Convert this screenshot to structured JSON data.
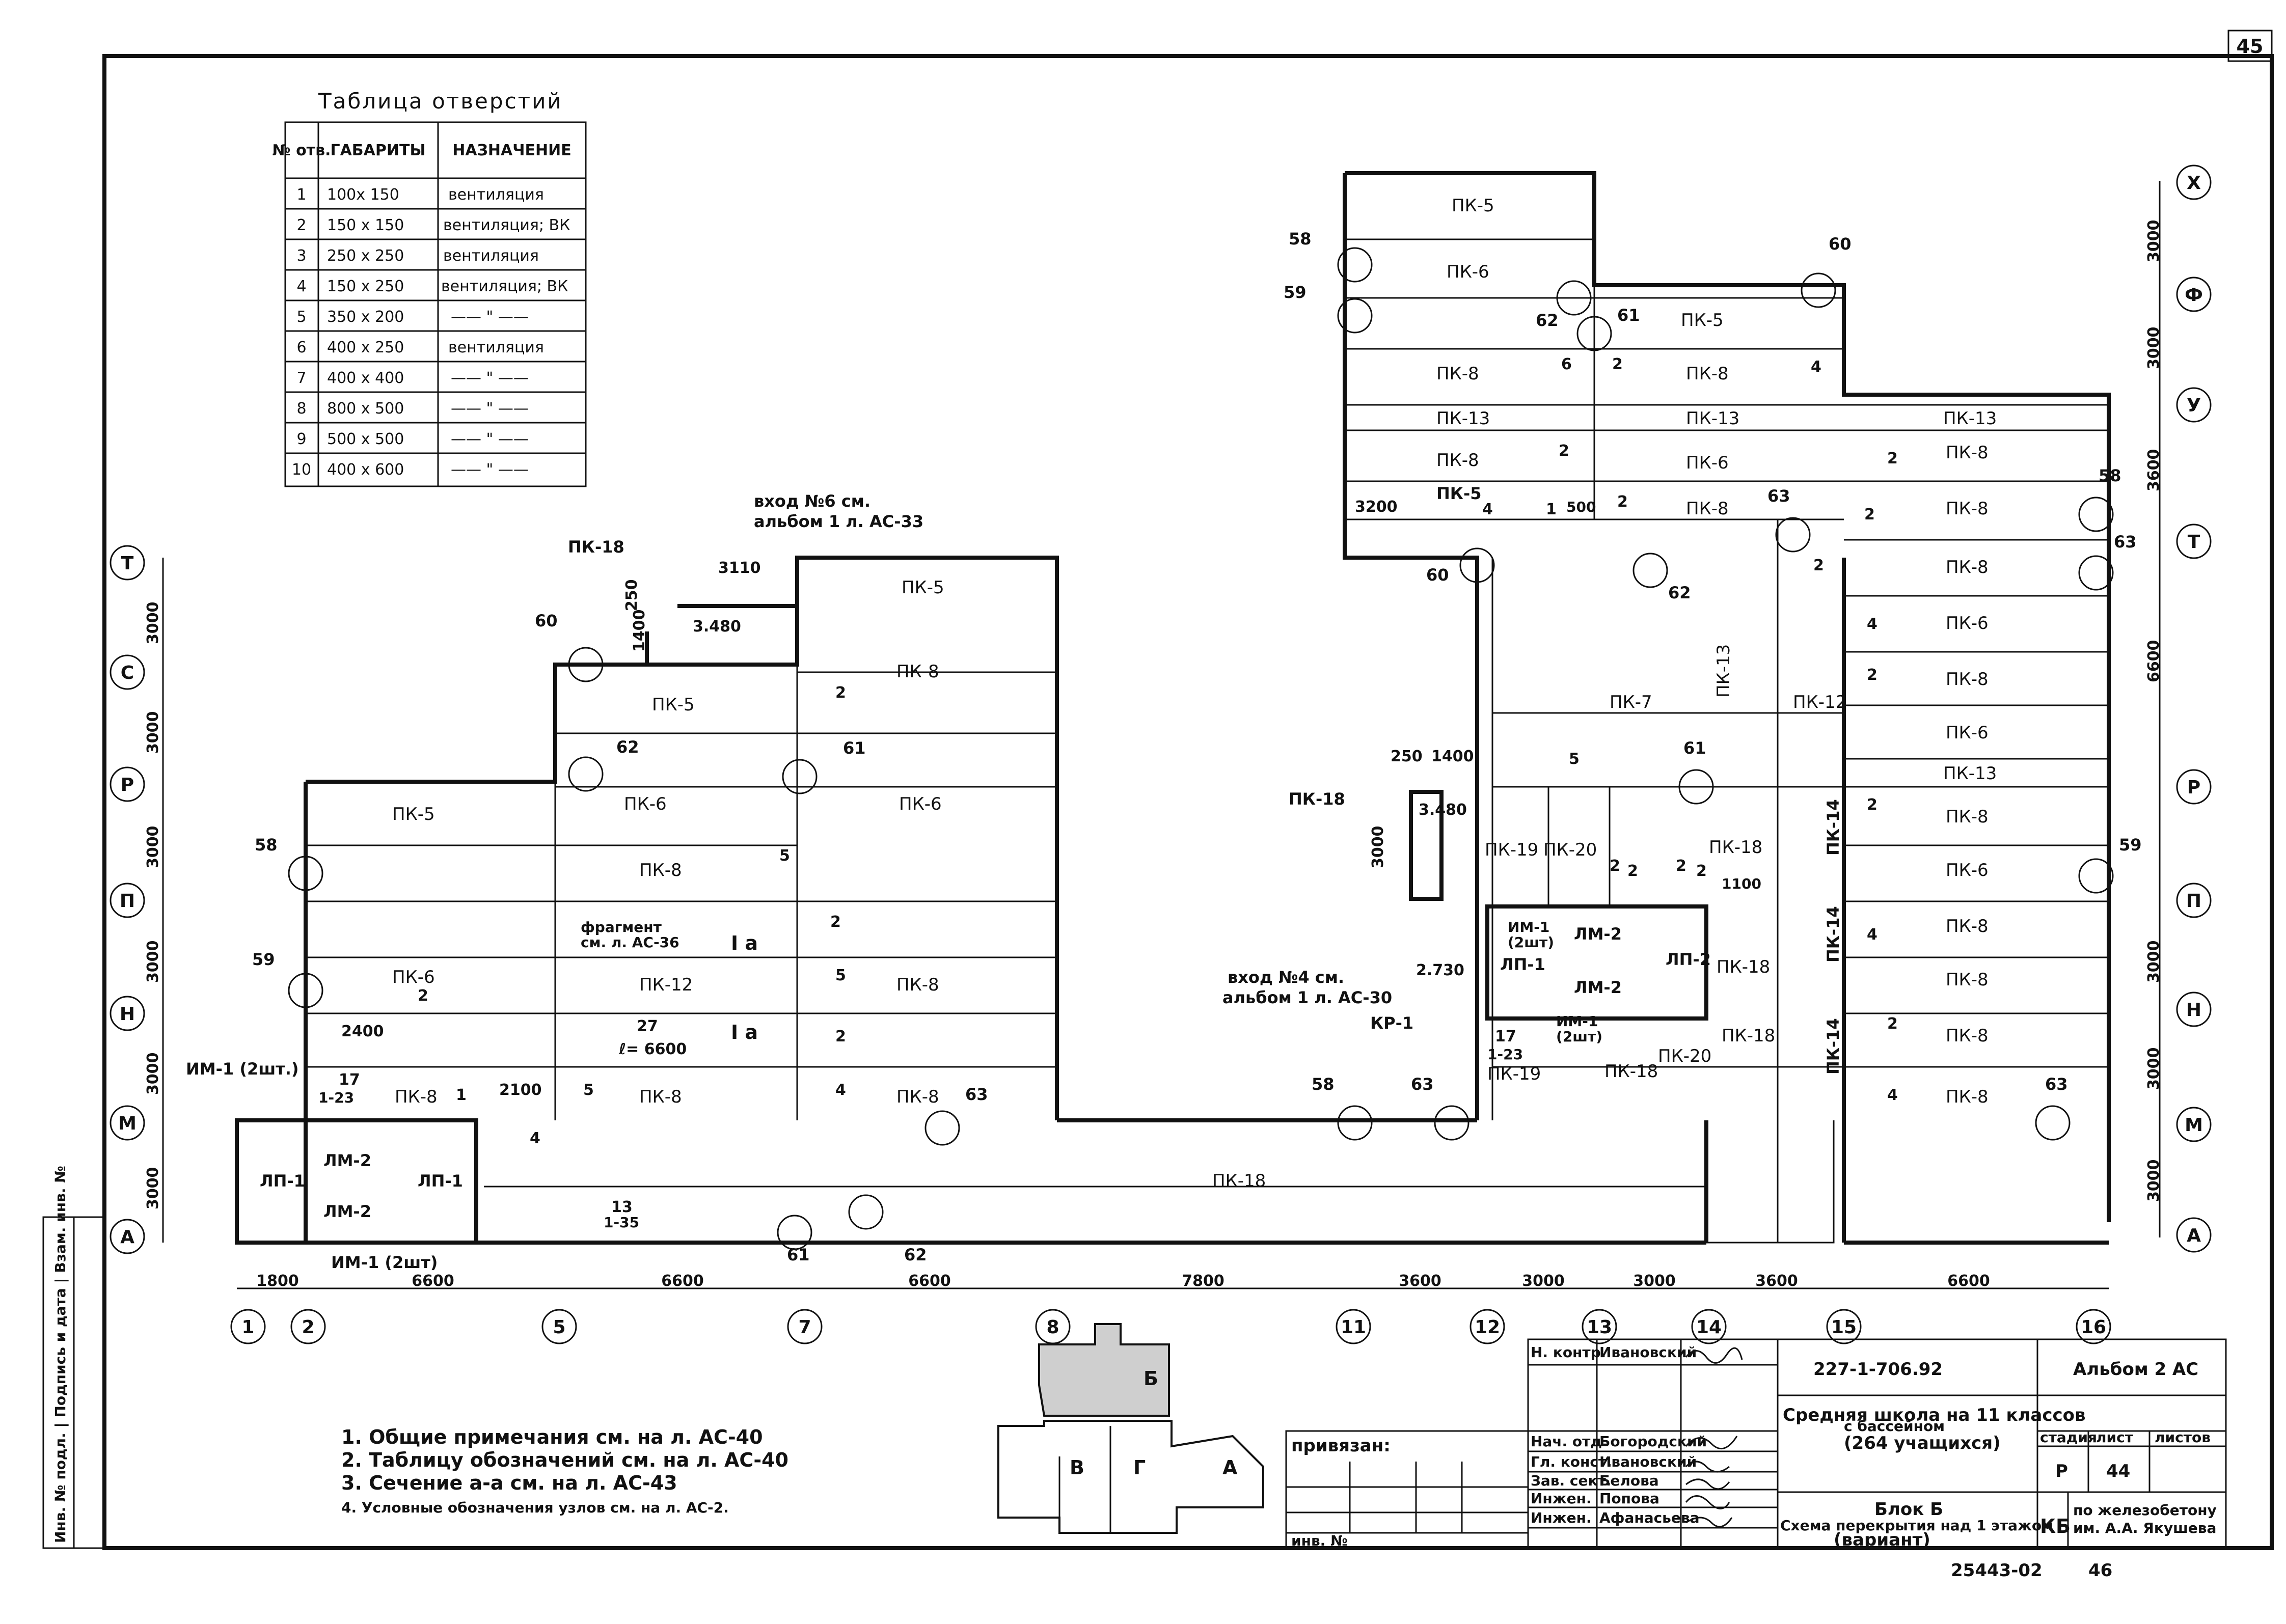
{
  "sheet_number": "45",
  "openings_table": {
    "title": "Таблица отверстий",
    "headers": [
      "№ отв.",
      "ГАБАРИТЫ",
      "НАЗНАЧЕНИЕ"
    ],
    "rows": [
      [
        "1",
        "100х 150",
        "вентиляция"
      ],
      [
        "2",
        "150 х 150",
        "вентиляция; ВК"
      ],
      [
        "3",
        "250 х 250",
        "вентиляция"
      ],
      [
        "4",
        "150 х 250",
        "вентиляция; ВК"
      ],
      [
        "5",
        "350 х 200",
        "—— \" ——"
      ],
      [
        "6",
        "400 х 250",
        "вентиляция"
      ],
      [
        "7",
        "400 х 400",
        "—— \" ——"
      ],
      [
        "8",
        "800 х 500",
        "—— \" ——"
      ],
      [
        "9",
        "500 х 500",
        "—— \" ——"
      ],
      [
        "10",
        "400 х 600",
        "—— \" ——"
      ]
    ]
  },
  "axes": {
    "bottom": [
      "1",
      "2",
      "5",
      "7",
      "8",
      "11",
      "12",
      "13",
      "14",
      "15",
      "16"
    ],
    "left": [
      "Т",
      "С",
      "Р",
      "П",
      "Н",
      "М",
      "А"
    ],
    "right": [
      "Х",
      "Ф",
      "У",
      "Т",
      "Р",
      "П",
      "Н",
      "М",
      "А"
    ]
  },
  "dimensions": {
    "bottom": [
      "1800",
      "6600",
      "6600",
      "6600",
      "7800",
      "3600",
      "3000",
      "3000",
      "3600",
      "6600"
    ],
    "left": [
      "3000",
      "3000",
      "3000",
      "3000",
      "3000",
      "3000"
    ],
    "right": [
      "3000",
      "3000",
      "3600",
      "6600",
      "3000",
      "3000",
      "3000"
    ]
  },
  "plan_labels": {
    "entry6": "вход №6 см.",
    "entry6_ref": "альбом 1 л. АС-33",
    "entry4": "вход №4 см.",
    "entry4_ref": "альбом 1 л. АС-30",
    "fragment": "фрагмент",
    "fragment_ref": "см. л. АС-36",
    "d3110": "3110",
    "d250": "250",
    "d1400": "1400",
    "elev_3480": "3.480",
    "elev_3480b": "3.480",
    "elev_2730": "2.730",
    "d2400": "2400",
    "d2100": "2100",
    "d3200": "3200",
    "d250b": "250",
    "d1400b": "1400",
    "d3000": "3000",
    "d500": "500",
    "d1100": "1100",
    "c27": "27",
    "l6600": "ℓ= 6600",
    "im1_2a": "ИМ-1 (2шт.)",
    "im1_2b": "ИМ-1 (2шт)",
    "im1_r1": "ИМ-1",
    "im1_r1b": "(2шт)",
    "im1_r2": "ИМ-1",
    "im1_r2b": "(2шт)",
    "lp1a": "ЛП-1",
    "lp1b": "ЛП-1",
    "lp1c": "ЛП-1",
    "lp2": "ЛП-2",
    "lm2a": "ЛМ-2",
    "lm2b": "ЛМ-2",
    "lm2c": "ЛМ-2",
    "lm2d": "ЛМ-2",
    "kr1": "КР-1",
    "sec_a": "I а",
    "sec_b": "I а",
    "node17a": "17",
    "node123a": "1-23",
    "node17b": "17",
    "node123b": "1-23",
    "node13": "13",
    "node135": "1-35"
  },
  "slabs": {
    "left": [
      "ПК-5",
      "ПК-5",
      "ПК-5",
      "ПК-8",
      "ПК-6",
      "ПК-6",
      "ПК-8",
      "ПК-6",
      "ПК-12",
      "ПК-8",
      "ПК-8",
      "ПК-8",
      "ПК-8",
      "ПК-18",
      "ПК-18"
    ],
    "right": [
      "ПК-5",
      "ПК-6",
      "ПК-5",
      "ПК-8",
      "ПК-8",
      "ПК-13",
      "ПК-13",
      "ПК-13",
      "ПК-8",
      "ПК-6",
      "ПК-8",
      "ПК-5",
      "ПК-8",
      "ПК-8",
      "ПК-8",
      "ПК-6",
      "ПК-8",
      "ПК-6",
      "ПК-13",
      "ПК-8",
      "ПК-6",
      "ПК-8",
      "ПК-8",
      "ПК-8",
      "ПК-8",
      "ПК-7",
      "ПК-12",
      "ПК-13",
      "ПК-19",
      "ПК-20",
      "ПК-18",
      "ПК-18",
      "ПК-18",
      "ПК-19",
      "ПК-18",
      "ПК-20",
      "ПК-14",
      "ПК-14",
      "ПК-14",
      "ПК-18"
    ]
  },
  "nodes": [
    "58",
    "59",
    "60",
    "62",
    "61",
    "63",
    "58",
    "59",
    "60",
    "62",
    "61",
    "63",
    "58",
    "63",
    "60",
    "62",
    "61",
    "58",
    "63",
    "59",
    "63",
    "61",
    "62"
  ],
  "openings_marks": [
    "2",
    "5",
    "2",
    "5",
    "2",
    "4",
    "5",
    "1",
    "4",
    "2",
    "6",
    "2",
    "4",
    "2",
    "2",
    "1",
    "2",
    "4",
    "2",
    "2",
    "4",
    "2",
    "5",
    "2",
    "2",
    "2",
    "4",
    "2",
    "4",
    "2",
    "2"
  ],
  "notes": [
    "1. Общие примечания см. на л. АС-40",
    "2. Таблицу обозначений см. на л. АС-40",
    "3. Сечение а-а   см. на л. АС-43",
    "4. Условные обозначения узлов см. на л. АС-2."
  ],
  "key_plan": {
    "blocks": [
      "Б",
      "В",
      "Г",
      "А"
    ]
  },
  "title_block": {
    "project_code": "227-1-706.92",
    "album": "Альбом 2  АС",
    "school_title": "Средняя школа на 11 классов",
    "school_sub": "с бассейном",
    "capacity": "(264 учащихся)",
    "block": "Блок Б",
    "sheet_title": "Схема перекрытия над 1 этажом",
    "variant": "(вариант)",
    "stage_header": "стадия",
    "sheet_header": "лист",
    "sheets_header": "листов",
    "stage": "Р",
    "sheet": "44",
    "org_code": "КБ",
    "org_name_1": "по железобетону",
    "org_name_2": "им. А.А. Якушева",
    "bound_label": "привязан:",
    "inv_label": "инв. №",
    "roles": [
      "Н. контр.",
      "Нач. отд.",
      "Гл. конст.",
      "Зав. сект.",
      "Инжен.",
      "Инжен."
    ],
    "names": [
      "Ивановский",
      "Богородский",
      "Ивановский",
      "Белова",
      "Попова",
      "Афанасьева"
    ],
    "left_strip": "Инв. № подл. | Подпись и дата | Взам. инв. №",
    "bottom_code": "25443-02",
    "bottom_sheet": "46"
  }
}
